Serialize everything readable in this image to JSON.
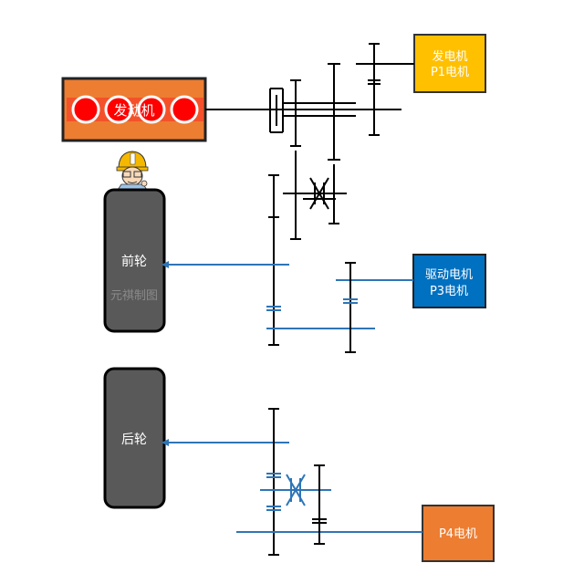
{
  "engine": {
    "label": "发动机"
  },
  "generator": {
    "line1": "发电机",
    "line2": "P1电机"
  },
  "drive_motor": {
    "line1": "驱动电机",
    "line2": "P3电机"
  },
  "p4_motor": {
    "label": "P4电机"
  },
  "front_wheel": {
    "label": "前轮",
    "watermark": "元祺制图"
  },
  "rear_wheel": {
    "label": "后轮"
  },
  "colors": {
    "engine_fill": "#ED7D31",
    "engine_band": "#F4512A",
    "cylinder": "#FF0000",
    "generator_fill": "#FFC000",
    "drive_motor_fill": "#0070C0",
    "p4_fill": "#ED7D31",
    "wheel_fill": "#595959",
    "shaft_black": "#000000",
    "shaft_blue": "#2E75B6"
  }
}
